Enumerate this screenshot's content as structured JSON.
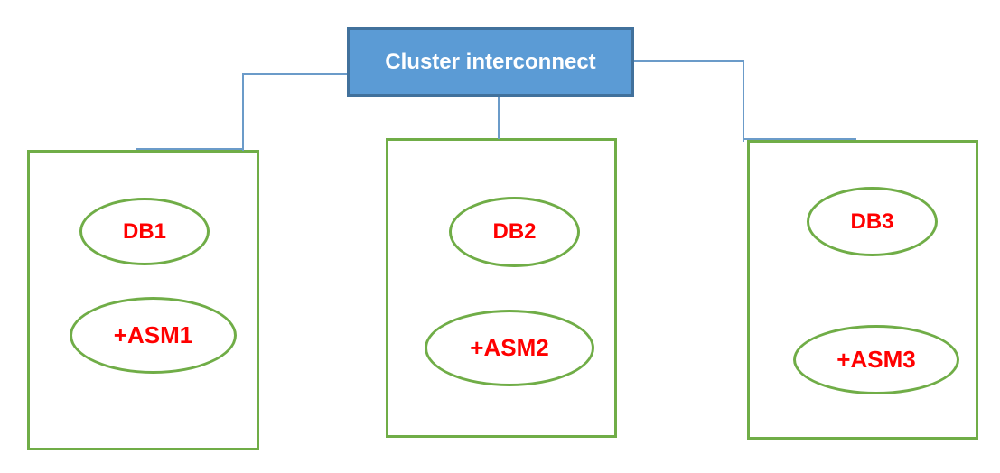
{
  "diagram": {
    "type": "cluster-architecture",
    "interconnect": {
      "label": "Cluster interconnect"
    },
    "nodes": [
      {
        "name": "node-1",
        "db_label": "DB1",
        "asm_label": "+ASM1"
      },
      {
        "name": "node-2",
        "db_label": "DB2",
        "asm_label": "+ASM2"
      },
      {
        "name": "node-3",
        "db_label": "DB3",
        "asm_label": "+ASM3"
      }
    ],
    "colors": {
      "interconnect_fill": "#5B9BD5",
      "interconnect_border": "#41719C",
      "interconnect_text": "#FFFFFF",
      "connector_line": "#6B9BC9",
      "node_border": "#70AD47",
      "ellipse_border": "#70AD47",
      "label_text": "#FF0000",
      "background": "#FFFFFF"
    }
  }
}
